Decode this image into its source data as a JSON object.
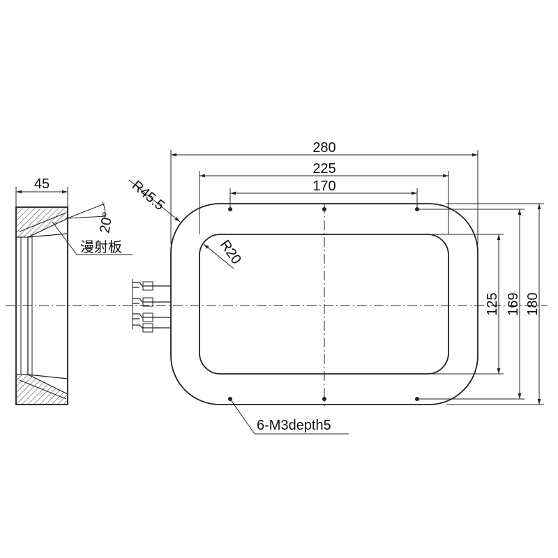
{
  "side_view": {
    "width_label": "45",
    "angle_label": "20°",
    "diffuser_label": "漫射板"
  },
  "front_view": {
    "outer_radius_label": "R45.5",
    "inner_radius_label": "R20",
    "width_labels": [
      "280",
      "225",
      "170"
    ],
    "height_labels": [
      "125",
      "169",
      "180"
    ],
    "hole_label": "6-M3depth5"
  }
}
